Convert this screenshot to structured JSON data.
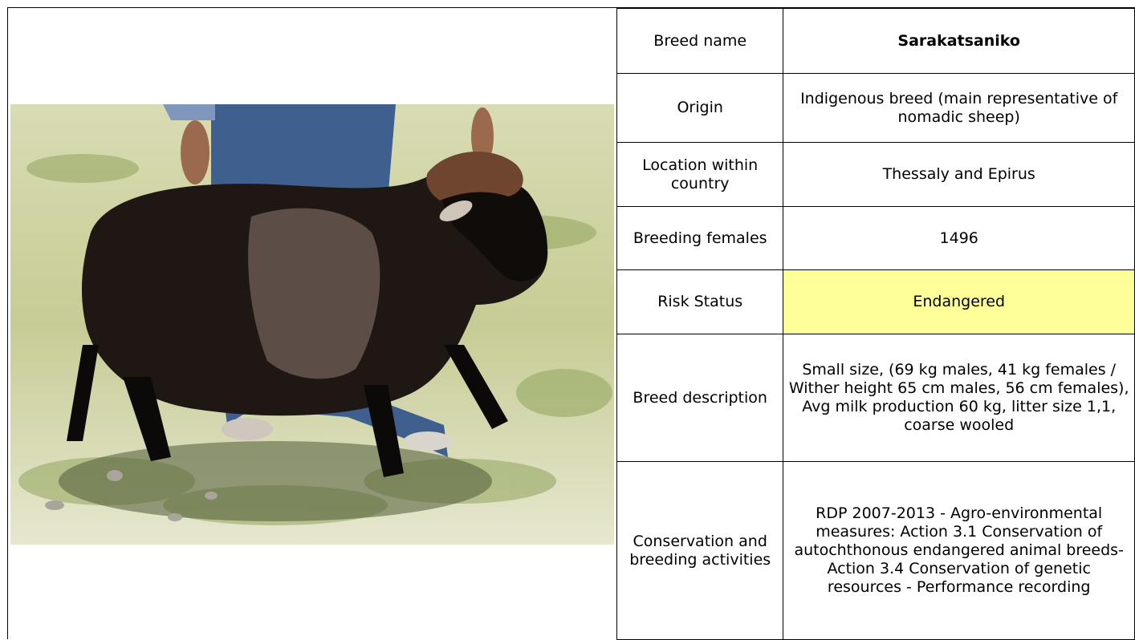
{
  "photo": {
    "description_icon": "black-sheep-photo"
  },
  "rows": [
    {
      "label": "Breed name",
      "value": "Sarakatsaniko"
    },
    {
      "label": "Origin",
      "value": "Indigenous breed (main representative of nomadic sheep)"
    },
    {
      "label": "Location within country",
      "value": "Thessaly and Epirus"
    },
    {
      "label": "Breeding females",
      "value": "1496"
    },
    {
      "label": "Risk Status",
      "value": "Endangered"
    },
    {
      "label": "Breed description",
      "value": "Small size, (69 kg males, 41 kg females / Wither height 65 cm males, 56 cm females), Avg milk production 60 kg, litter size 1,1, coarse wooled"
    },
    {
      "label": "Conservation and breeding activities",
      "value": "RDP 2007-2013 - Agro-environmental measures: Action 3.1 Conservation of autochthonous endangered animal breeds-Action 3.4 Conservation of genetic resources - Performance recording"
    }
  ],
  "colors": {
    "risk_highlight": "#ffff99",
    "border": "#000000"
  }
}
